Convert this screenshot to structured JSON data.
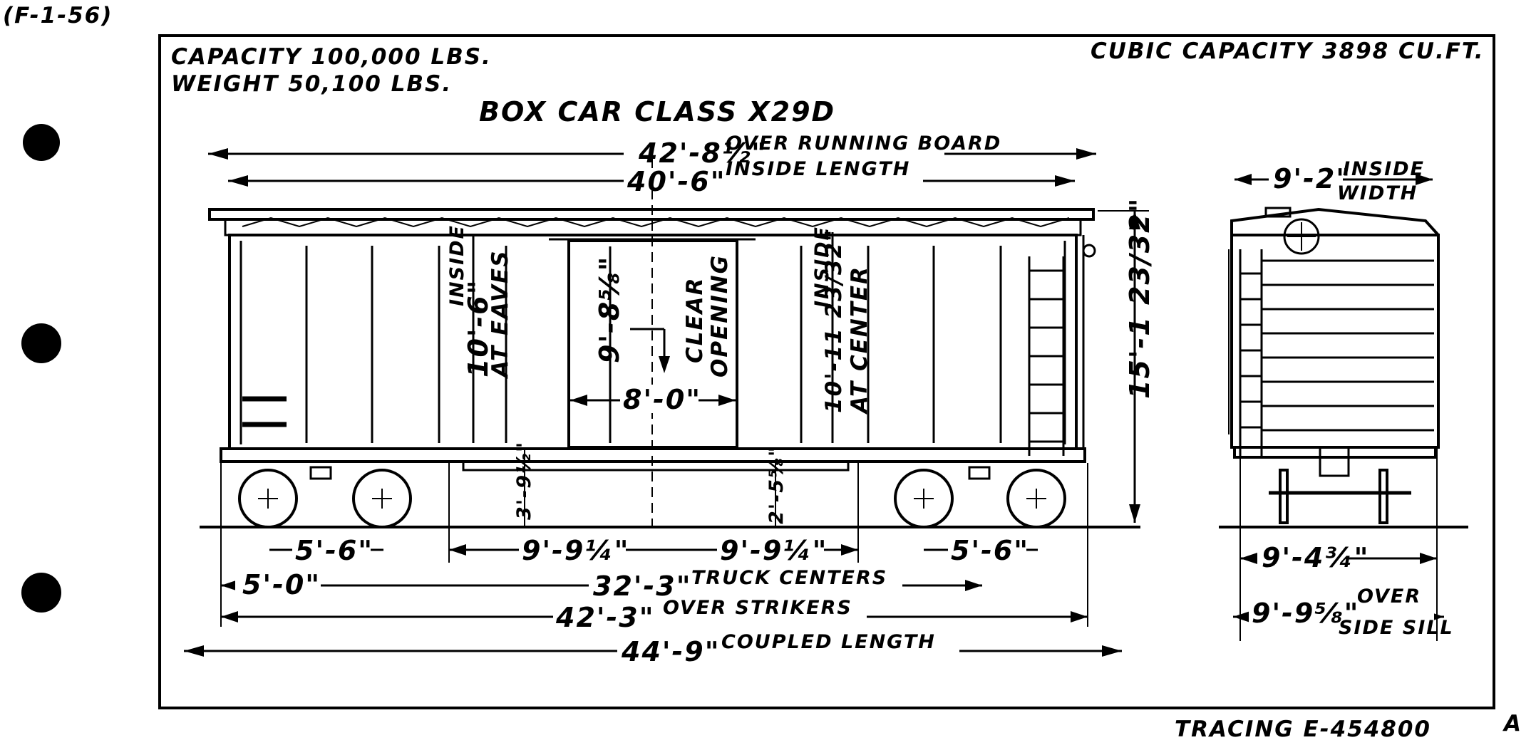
{
  "sheet": {
    "corner_ref": "(F-1-56)",
    "capacity": "CAPACITY 100,000 LBS.",
    "weight": "WEIGHT 50,100 LBS.",
    "cubic_capacity": "CUBIC CAPACITY 3898 CU.FT.",
    "title": "BOX CAR CLASS X29D",
    "tracing": "TRACING E-454800",
    "sheet_letter": "A"
  },
  "side_view": {
    "running_board_dim": "42'-8½\"",
    "running_board_label": "OVER RUNNING BOARD",
    "inside_length_dim": "40'-6\"",
    "inside_length_label": "INSIDE LENGTH",
    "eaves_dim": "10'-6\"",
    "eaves_label_1": "INSIDE",
    "eaves_label_2": "AT EAVES",
    "door_height_dim": "9'-8⅝\"",
    "clear_label_1": "CLEAR",
    "clear_label_2": "OPENING",
    "door_width_dim": "8'-0\"",
    "center_dim": "10'-11 23/32\"",
    "center_label_1": "INSIDE",
    "center_label_2": "AT CENTER",
    "height_dim": "15'-1 23/32\"",
    "sill_left_dim": "3'-9½\"",
    "sill_right_dim": "2'-5⅝\"",
    "wheelbase_left": "5'-6\"",
    "wheelbase_right": "5'-6\"",
    "half_left": "9'-9¼\"",
    "half_right": "9'-9¼\"",
    "end_overhang": "5'-0\"",
    "truck_centers_dim": "32'-3\"",
    "truck_centers_label": "TRUCK CENTERS",
    "strikers_dim": "42'-3\"",
    "strikers_label": "OVER STRIKERS",
    "coupled_dim": "44'-9\"",
    "coupled_label": "COUPLED LENGTH"
  },
  "end_view": {
    "inside_width_dim": "9'-2\"",
    "inside_width_label_1": "INSIDE",
    "inside_width_label_2": "WIDTH",
    "truck_width_dim": "9'-4¾\"",
    "side_sill_dim": "9'-9⅝\"",
    "side_sill_label_1": "OVER",
    "side_sill_label_2": "SIDE SILL"
  }
}
